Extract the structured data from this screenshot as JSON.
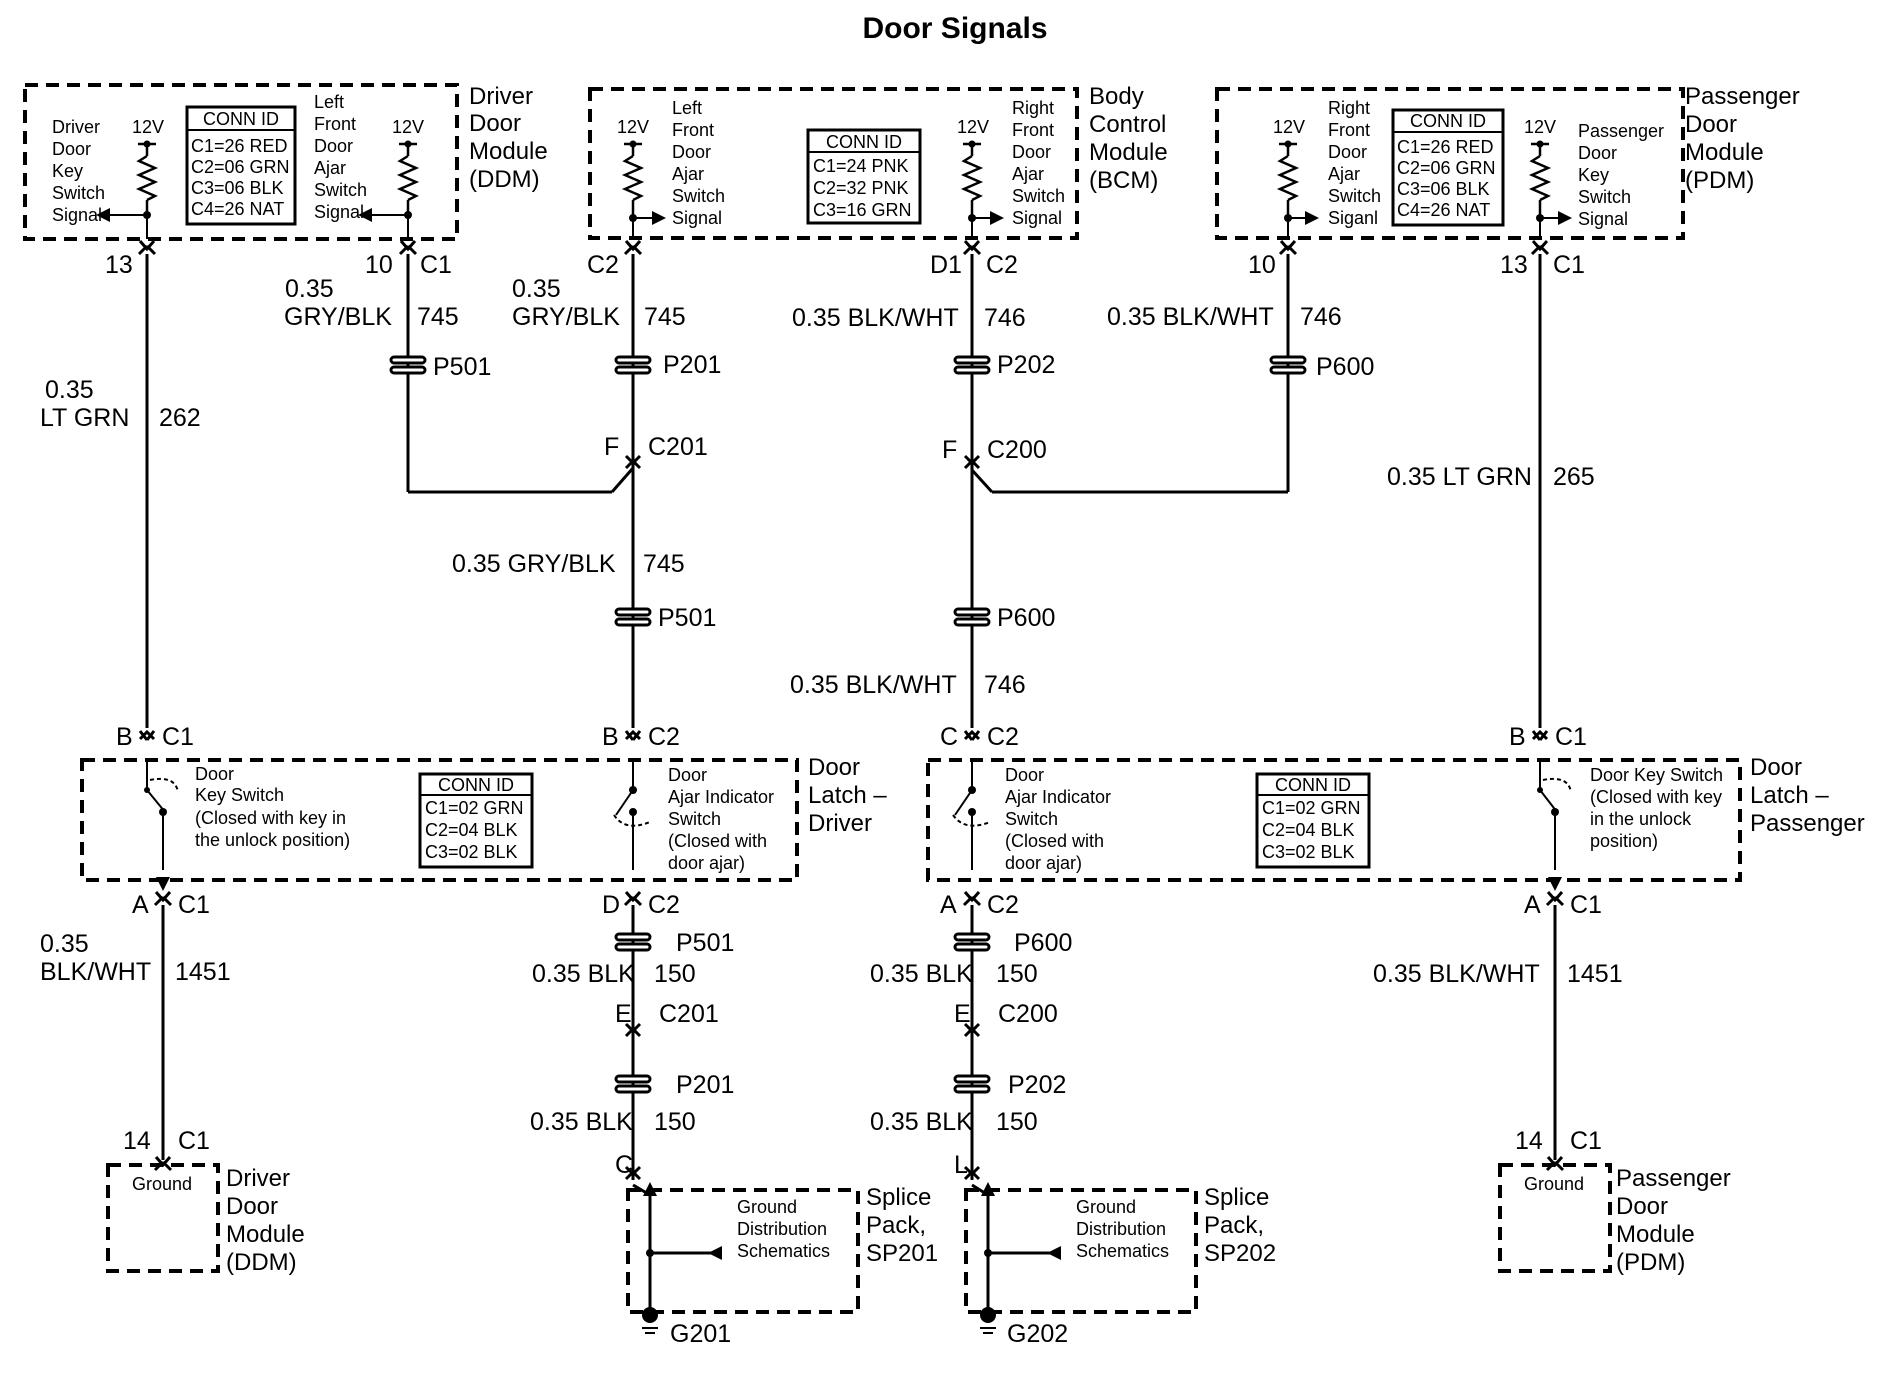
{
  "title": "Door Signals",
  "modules": {
    "ddm": {
      "name": [
        "Driver",
        "Door",
        "Module",
        "(DDM)"
      ],
      "left_signal": [
        "Driver",
        "Door",
        "Key",
        "Switch",
        "Signal"
      ],
      "right_signal": [
        "Left",
        "Front",
        "Door",
        "Ajar",
        "Switch",
        "Signal"
      ],
      "conn_title": "CONN ID",
      "conn": [
        "C1=26 RED",
        "C2=06 GRN",
        "C3=06 BLK",
        "C4=26 NAT"
      ]
    },
    "bcm": {
      "name": [
        "Body",
        "Control",
        "Module",
        "(BCM)"
      ],
      "left_signal": [
        "Left",
        "Front",
        "Door",
        "Ajar",
        "Switch",
        "Signal"
      ],
      "right_signal": [
        "Right",
        "Front",
        "Door",
        "Ajar",
        "Switch",
        "Signal"
      ],
      "conn_title": "CONN ID",
      "conn": [
        "C1=24 PNK",
        "C2=32 PNK",
        "C3=16 GRN"
      ]
    },
    "pdm": {
      "name": [
        "Passenger",
        "Door",
        "Module",
        "(PDM)"
      ],
      "left_signal": [
        "Right",
        "Front",
        "Door",
        "Ajar",
        "Switch",
        "Siganl"
      ],
      "right_signal": [
        "Passenger",
        "Door",
        "Key",
        "Switch",
        "Signal"
      ],
      "conn_title": "CONN ID",
      "conn": [
        "C1=26 RED",
        "C2=06 GRN",
        "C3=06 BLK",
        "C4=26 NAT"
      ]
    }
  },
  "voltage": "12V",
  "latches": {
    "driver": {
      "name": [
        "Door",
        "Latch –",
        "Driver"
      ],
      "key_switch": [
        "Door",
        "Key Switch",
        "(Closed with key in",
        "the unlock position)"
      ],
      "ajar_switch": [
        "Door",
        "Ajar Indicator",
        "Switch",
        "(Closed with",
        "door ajar)"
      ],
      "conn_title": "CONN ID",
      "conn": [
        "C1=02 GRN",
        "C2=04 BLK",
        "C3=02 BLK"
      ]
    },
    "passenger": {
      "name": [
        "Door",
        "Latch –",
        "Passenger"
      ],
      "ajar_switch": [
        "Door",
        "Ajar Indicator",
        "Switch",
        "(Closed with",
        "door ajar)"
      ],
      "key_switch": [
        "Door Key Switch",
        "(Closed with key",
        "in the unlock",
        "position)"
      ],
      "conn_title": "CONN ID",
      "conn": [
        "C1=02 GRN",
        "C2=04 BLK",
        "C3=02 BLK"
      ]
    }
  },
  "pins": {
    "ddm_13": "13",
    "ddm_10": "10",
    "ddm_c1": "C1",
    "bcm_c2_left": "C2",
    "bcm_d1": "D1",
    "bcm_c2_right": "C2",
    "pdm_10": "10",
    "pdm_13": "13",
    "pdm_c1": "C1",
    "c201": "C201",
    "c201_pin_f": "F",
    "c200": "C200",
    "c200_pin_f": "F",
    "dl_b": "B",
    "dl_c1": "C1",
    "dl_b2": "B",
    "dl_c2": "C2",
    "pl_c": "C",
    "pl_c2": "C2",
    "pl_b": "B",
    "pl_c1": "C1",
    "dl_a": "A",
    "dl_a_c1": "C1",
    "dl_d": "D",
    "dl_d_c2": "C2",
    "pl_a": "A",
    "pl_a_c2": "C2",
    "pl_a2": "A",
    "pl_a2_c1": "C1",
    "c201_e": "E",
    "c201_low": "C201",
    "c200_e": "E",
    "c200_low": "C200",
    "sp201_c": "C",
    "sp202_l": "L",
    "gnd_ddm_14": "14",
    "gnd_ddm_c1": "C1",
    "gnd_pdm_14": "14",
    "gnd_pdm_c1": "C1"
  },
  "wires": {
    "w262": [
      "0.35",
      "LT GRN",
      "262"
    ],
    "w745_ddm": [
      "0.35",
      "GRY/BLK",
      "745"
    ],
    "w745_bcm": [
      "0.35",
      "GRY/BLK",
      "745"
    ],
    "w746_bcm": [
      "0.35 BLK/WHT",
      "746"
    ],
    "w746_pdm": [
      "0.35 BLK/WHT",
      "746"
    ],
    "w265": [
      "0.35 LT GRN",
      "265"
    ],
    "w745_mid": [
      "0.35 GRY/BLK",
      "745"
    ],
    "w746_mid": [
      "0.35 BLK/WHT",
      "746"
    ],
    "w1451_left": [
      "0.35",
      "BLK/WHT",
      "1451"
    ],
    "w1451_right": [
      "0.35 BLK/WHT",
      "1451"
    ],
    "w150_a": [
      "0.35 BLK",
      "150"
    ],
    "w150_b": [
      "0.35 BLK",
      "150"
    ],
    "w150_c": [
      "0.35 BLK",
      "150"
    ],
    "w150_d": [
      "0.35 BLK",
      "150"
    ]
  },
  "splices": {
    "p501_top": "P501",
    "p201_top": "P201",
    "p202_top": "P202",
    "p600_top": "P600",
    "p501_mid": "P501",
    "p600_mid": "P600",
    "p501_low": "P501",
    "p600_low": "P600",
    "p201_low": "P201",
    "p202_low": "P202"
  },
  "grounds": {
    "ddm": {
      "label": "Ground",
      "name": [
        "Driver",
        "Door",
        "Module",
        "(DDM)"
      ]
    },
    "pdm": {
      "label": "Ground",
      "name": [
        "Passenger",
        "Door",
        "Module",
        "(PDM)"
      ]
    },
    "sp201": {
      "text": [
        "Ground",
        "Distribution",
        "Schematics"
      ],
      "name": [
        "Splice",
        "Pack,",
        "SP201"
      ],
      "g": "G201"
    },
    "sp202": {
      "text": [
        "Ground",
        "Distribution",
        "Schematics"
      ],
      "name": [
        "Splice",
        "Pack,",
        "SP202"
      ],
      "g": "G202"
    }
  }
}
